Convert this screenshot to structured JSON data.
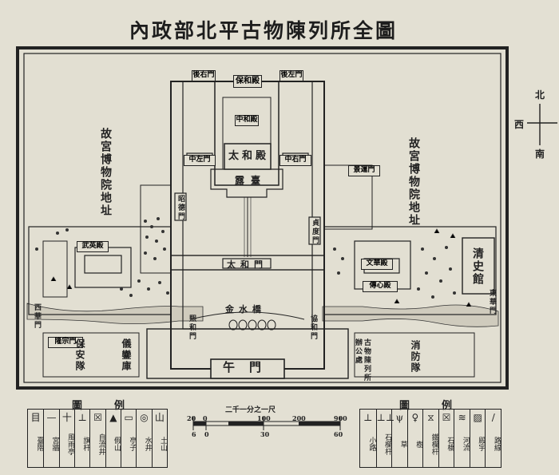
{
  "title": "內政部北平古物陳列所全圖",
  "compass": {
    "north": "北",
    "west": "西",
    "south": "南"
  },
  "map_labels": {
    "left_museum": "故宮博物院地址",
    "right_museum": "故宮博物院地址",
    "taihe_hall": "太和殿",
    "lutai": "露臺",
    "taihe_gate": "太和門",
    "baohe_hall": "保和殿",
    "zhonghe_hall": "中和殿",
    "jinshui_bridge": "金水橋",
    "meridian_gate": "午門",
    "qingshi_guan": "清史館",
    "baoan_dui": "保安隊",
    "yiluan_ku": "儀鑾庫",
    "xiaofang_dui": "消防隊",
    "left_back_gate": "後左門",
    "right_back_gate": "後右門",
    "zhongzuo_gate": "中左門",
    "zhongyou_gate": "中右門",
    "zhaode_gate": "昭德門",
    "zhendu_gate": "貞度門",
    "xihua_gate": "西華門",
    "donghua_gate": "東華門",
    "wuying_hall": "武英殿",
    "wenhua_hall": "文華殿",
    "jingyun_gate": "景運門",
    "longzong_gate": "隆宗門",
    "xiehe_gate": "協和門",
    "xihe_gate": "熙和門",
    "chuanxin_dian": "傳心殿",
    "guard_office": "古物陳列所辦公處"
  },
  "legend_left": {
    "title": "圖例",
    "items": [
      {
        "symbol": "目",
        "label": "臺階"
      },
      {
        "symbol": "—",
        "label": "宮牆"
      },
      {
        "symbol": "十",
        "label": "風雨亭"
      },
      {
        "symbol": "⊥",
        "label": "旗杆"
      },
      {
        "symbol": "☒",
        "label": "自流井"
      },
      {
        "symbol": "▲",
        "label": "假山"
      },
      {
        "symbol": "▭",
        "label": "亭子"
      },
      {
        "symbol": "◎",
        "label": "水井"
      },
      {
        "symbol": "山",
        "label": "土山"
      }
    ]
  },
  "legend_right": {
    "title": "圖例",
    "items": [
      {
        "symbol": "⊥",
        "label": "小路"
      },
      {
        "symbol": "⊥⊥",
        "label": "石欄杆"
      },
      {
        "symbol": "ψ",
        "label": "草"
      },
      {
        "symbol": "♀",
        "label": "樹"
      },
      {
        "symbol": "⧖",
        "label": "鐵欄杆"
      },
      {
        "symbol": "☒",
        "label": "石橋"
      },
      {
        "symbol": "≋",
        "label": "河流"
      },
      {
        "symbol": "▨",
        "label": "殿宇"
      },
      {
        "symbol": "/",
        "label": "路線"
      }
    ]
  },
  "scale": {
    "caption": "二千一分之一尺",
    "top_ticks": [
      "20",
      "0",
      "100",
      "200",
      "900"
    ],
    "bottom_ticks": [
      "6",
      "0",
      "30",
      "60"
    ]
  }
}
